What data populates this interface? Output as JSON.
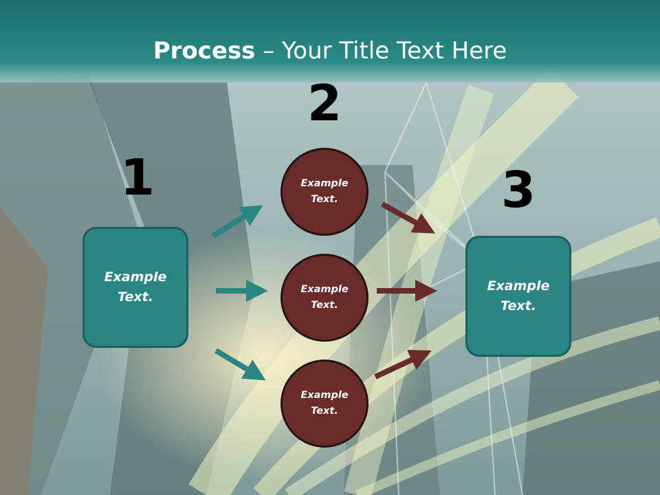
{
  "slide": {
    "title_bold": "Process",
    "title_rest": " – Your Title Text Here"
  },
  "steps": {
    "one": "1",
    "two": "2",
    "three": "3"
  },
  "boxes": {
    "left": "Example\nText.",
    "right": "Example\nText."
  },
  "circles": {
    "top": "Example\nText.",
    "middle": "Example\nText.",
    "bottom": "Example\nText."
  },
  "colors": {
    "teal": "#2a8584",
    "maroon": "#6a2b2b",
    "header": "#1d6f6d"
  }
}
